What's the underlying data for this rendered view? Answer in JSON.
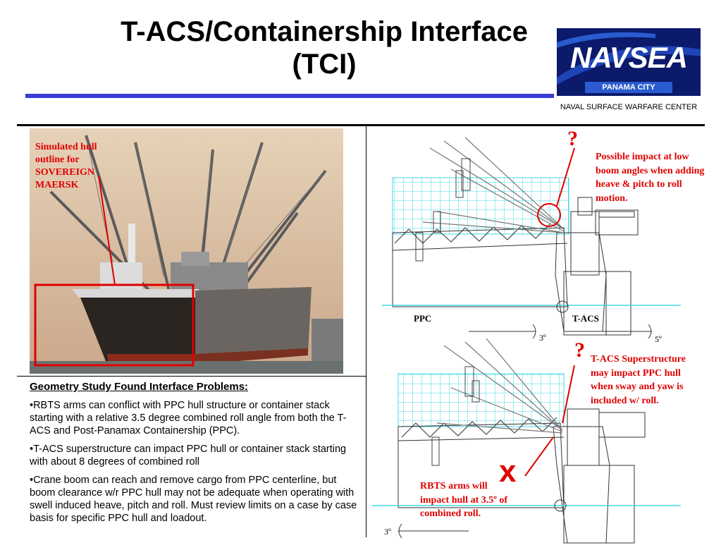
{
  "title": "T-ACS/Containership Interface (TCI)",
  "logo": {
    "word": "NAVSEA",
    "sub": "PANAMA CITY"
  },
  "center_name": "NAVAL SURFACE WARFARE CENTER",
  "photo_label": "Simulated hull outline for SOVEREIGN MAERSK",
  "findings": {
    "heading": "Geometry Study Found Interface Problems:",
    "bullets": [
      "•RBTS arms can conflict with PPC hull structure or container stack starting with a relative 3.5 degree combined roll angle from both the T-ACS and Post-Panamax Containership (PPC).",
      "•T-ACS superstructure can impact PPC hull or container stack starting with about 8 degrees of combined roll",
      "•Crane boom can reach and remove cargo from PPC centerline, but boom clearance w/r PPC hull may not be adequate when operating with swell induced heave, pitch and roll.  Must review limits on a case by case basis for specific PPC hull and loadout."
    ]
  },
  "diagram": {
    "label_ppc": "PPC",
    "label_tacs": "T-ACS",
    "angle_ppc_top": "3º",
    "angle_tacs_top": "5º",
    "angle_ppc_bottom": "3º",
    "question_mark": "?",
    "x_mark": "x",
    "note_top": "Possible impact at low boom angles when adding heave & pitch to roll motion.",
    "note_mid": "T-ACS Superstructure may impact PPC hull when sway and yaw is included w/ roll.",
    "note_bottom": "RBTS arms will impact hull at 3.5º of combined roll."
  },
  "colors": {
    "accent_red": "#e00000",
    "rule_blue": "#3b3bd6",
    "grid_cyan": "#40d8e8",
    "logo_navy": "#0b1a6a"
  }
}
